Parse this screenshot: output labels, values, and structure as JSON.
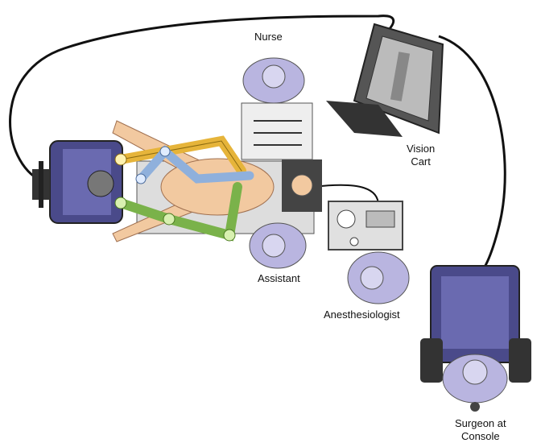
{
  "labels": {
    "nurse": "Nurse",
    "vision_cart_line1": "Vision",
    "vision_cart_line2": "Cart",
    "assistant": "Assistant",
    "anesthesiologist": "Anesthesiologist",
    "surgeon_line1": "Surgeon at",
    "surgeon_line2": "Console"
  },
  "colors": {
    "robot": "#4a4a8a",
    "staff": "#b9b5e0",
    "arm_yellow": "#e6b43a",
    "arm_blue": "#8fb0dc",
    "arm_green": "#7ab24a",
    "skin": "#f2c9a0",
    "cable": "#111111"
  }
}
